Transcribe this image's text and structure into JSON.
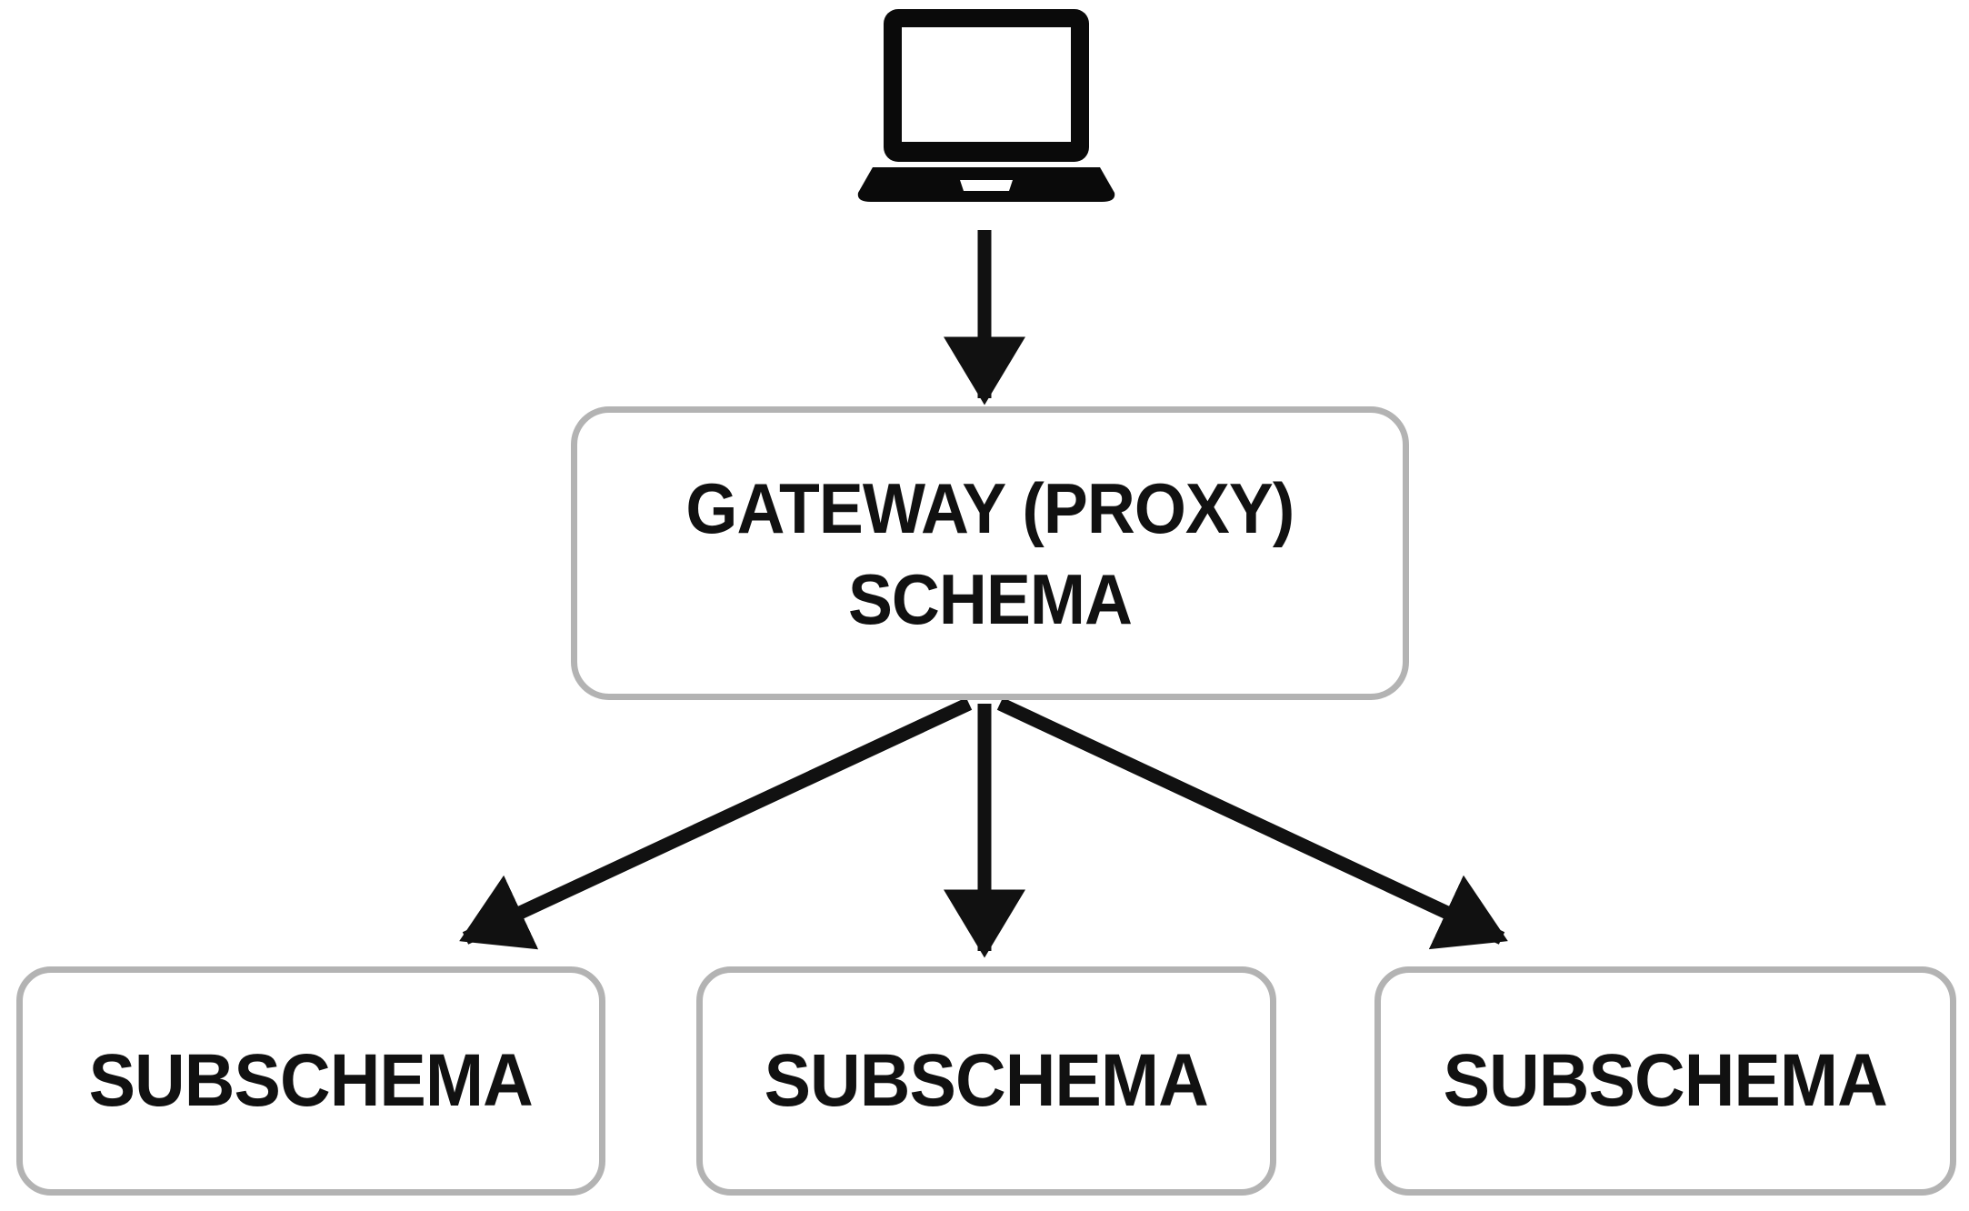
{
  "diagram": {
    "client_icon": "laptop-icon",
    "gateway": {
      "label_line1": "GATEWAY (PROXY)",
      "label_line2": "SCHEMA"
    },
    "subschemas": [
      {
        "label": "SUBSCHEMA"
      },
      {
        "label": "SUBSCHEMA"
      },
      {
        "label": "SUBSCHEMA"
      }
    ],
    "edges": [
      {
        "from": "client",
        "to": "gateway"
      },
      {
        "from": "gateway",
        "to": "subschema-1"
      },
      {
        "from": "gateway",
        "to": "subschema-2"
      },
      {
        "from": "gateway",
        "to": "subschema-3"
      }
    ],
    "colors": {
      "box_border": "#b3b3b3",
      "box_fill": "#ffffff",
      "text": "#111111",
      "arrow": "#111111"
    }
  }
}
